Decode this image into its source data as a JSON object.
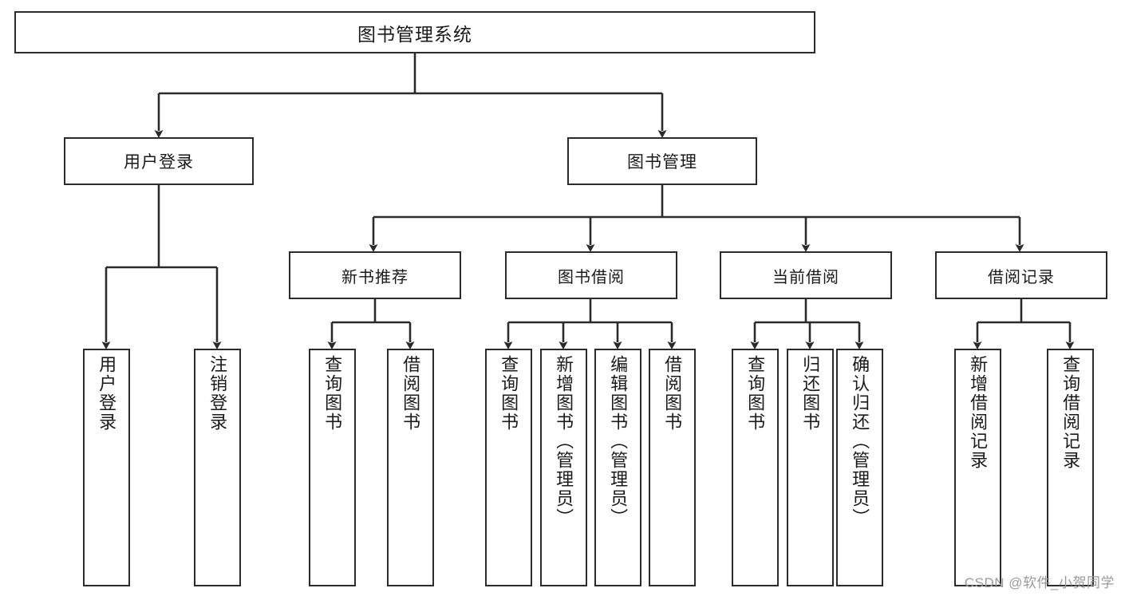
{
  "diagram": {
    "title": "图书管理系统",
    "watermark": "CSDN @软件_小贺同学",
    "type": "tree-hierarchy",
    "root": "图书管理系统",
    "level1": [
      {
        "label": "用户登录"
      },
      {
        "label": "图书管理"
      }
    ],
    "level2": [
      {
        "label": "新书推荐",
        "parent": "图书管理"
      },
      {
        "label": "图书借阅",
        "parent": "图书管理"
      },
      {
        "label": "当前借阅",
        "parent": "图书管理"
      },
      {
        "label": "借阅记录",
        "parent": "图书管理"
      }
    ],
    "leaves": {
      "user_login": [
        {
          "label": "用户登录"
        },
        {
          "label": "注销登录"
        }
      ],
      "new_book_recommend": [
        {
          "label": "查询图书"
        },
        {
          "label": "借阅图书"
        }
      ],
      "book_borrow": [
        {
          "label": "查询图书"
        },
        {
          "label": "新增图书（管理员）"
        },
        {
          "label": "编辑图书（管理员）"
        },
        {
          "label": "借阅图书"
        }
      ],
      "current_borrow": [
        {
          "label": "查询图书"
        },
        {
          "label": "归还图书"
        },
        {
          "label": "确认归还（管理员）"
        }
      ],
      "borrow_record": [
        {
          "label": "新增借阅记录"
        },
        {
          "label": "查询借阅记录"
        }
      ]
    },
    "colors": {
      "stroke": "#2b2b2b",
      "background": "#ffffff",
      "text": "#1a1a1a",
      "watermark": "#9a9a9a"
    }
  }
}
